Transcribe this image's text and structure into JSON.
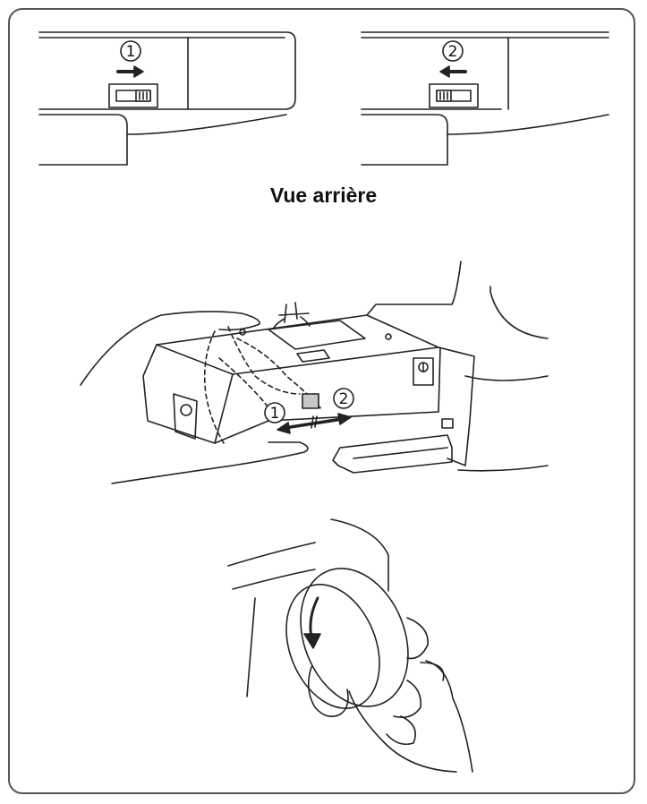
{
  "caption": "Vue arrière",
  "step_labels": {
    "top_left": "1",
    "top_right": "2",
    "middle_left": "1",
    "middle_right": "2"
  },
  "colors": {
    "line": "#222222",
    "fill_gray": "#c8c8c8",
    "frame": "#555555"
  }
}
